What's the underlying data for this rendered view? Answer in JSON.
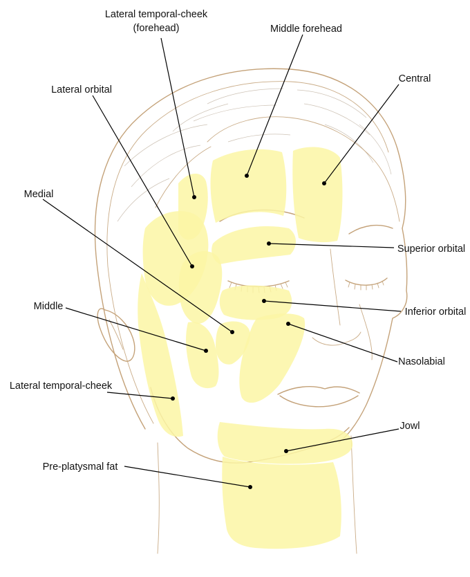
{
  "labels": {
    "lateral_temporal_cheek_forehead": "Lateral temporal-cheek",
    "lateral_temporal_cheek_forehead_sub": "(forehead)",
    "middle_forehead": "Middle forehead",
    "lateral_orbital": "Lateral orbital",
    "central": "Central",
    "medial": "Medial",
    "superior_orbital": "Superior orbital",
    "middle": "Middle",
    "inferior_orbital": "Inferior orbital",
    "nasolabial": "Nasolabial",
    "lateral_temporal_cheek": "Lateral temporal-cheek",
    "jowl": "Jowl",
    "pre_platysmal_fat": "Pre-platysmal fat"
  },
  "colors": {
    "fat_pad": "#fbf6a4",
    "sketch_line": "#c4a279",
    "label_text": "#111111",
    "leader_line": "#000000"
  }
}
